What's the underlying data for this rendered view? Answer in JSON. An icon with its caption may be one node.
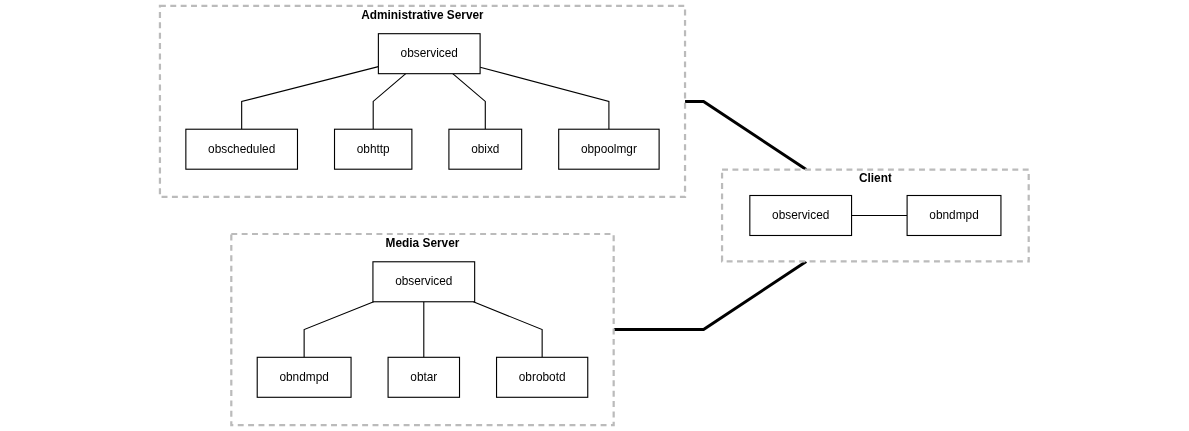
{
  "diagram": {
    "nodes": [
      {
        "text": [
          "Administrative Server"
        ]
      },
      {
        "text": [
          "observiced"
        ],
        "in": 0
      },
      {
        "text": [
          "obscheduled"
        ],
        "in": 0
      },
      {
        "text": [
          "obhttp"
        ],
        "in": 0
      },
      {
        "text": [
          "obixd"
        ],
        "in": 0
      },
      {
        "text": [
          "obpoolmgr"
        ],
        "in": 0
      },
      {
        "text": [
          "Client"
        ]
      },
      {
        "text": [
          "observiced"
        ],
        "in": 6
      },
      {
        "text": [
          "obndmpd"
        ],
        "in": 6
      },
      {
        "text": [
          "Media Server"
        ]
      },
      {
        "text": [
          "observiced"
        ],
        "in": 9
      },
      {
        "text": [
          "obndmpd"
        ],
        "in": 9
      },
      {
        "text": [
          "obtar"
        ],
        "in": 9
      },
      {
        "text": [
          "obrobotd"
        ],
        "in": 9
      }
    ],
    "edges": [
      {
        "from": 1,
        "to": 2,
        "arrow": "none"
      },
      {
        "from": 1,
        "to": 3,
        "arrow": "none"
      },
      {
        "from": 1,
        "to": 4,
        "arrow": "none"
      },
      {
        "from": 1,
        "to": 5,
        "arrow": "none"
      },
      {
        "from": 0,
        "to": 6,
        "arrow": "none",
        "style": "thick"
      },
      {
        "from": 7,
        "to": 8,
        "arrow": "none"
      },
      {
        "from": 9,
        "to": 6,
        "arrow": "none",
        "style": "thick"
      },
      {
        "from": 10,
        "to": 11,
        "arrow": "none"
      },
      {
        "from": 10,
        "to": 12,
        "arrow": "none"
      },
      {
        "from": 10,
        "to": 13,
        "arrow": "none"
      }
    ]
  }
}
